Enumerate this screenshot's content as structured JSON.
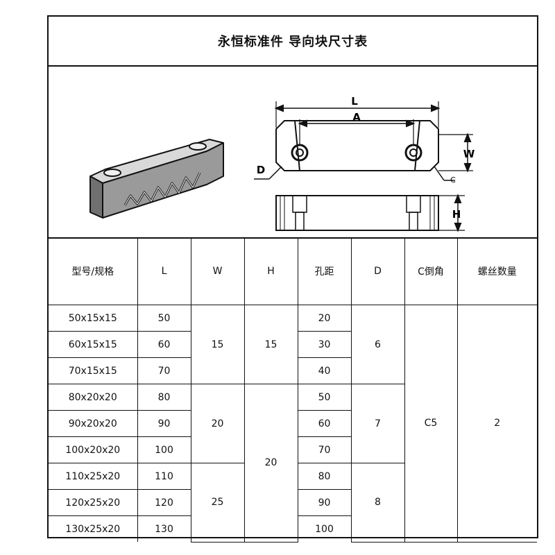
{
  "title": "永恒标准件 导向块尺寸表",
  "drawing": {
    "labels": {
      "L": "L",
      "A": "A",
      "W": "W",
      "D": "D",
      "C": "C",
      "H": "H"
    }
  },
  "table": {
    "headers": [
      "型号/规格",
      "L",
      "W",
      "H",
      "孔距",
      "D",
      "C倒角",
      "螺丝数量"
    ],
    "models": [
      "50x15x15",
      "60x15x15",
      "70x15x15",
      "80x20x20",
      "90x20x20",
      "100x20x20",
      "110x25x20",
      "120x25x20",
      "130x25x20"
    ],
    "L": [
      "50",
      "60",
      "70",
      "80",
      "90",
      "100",
      "110",
      "120",
      "130"
    ],
    "W_groups": [
      "15",
      "20",
      "25"
    ],
    "H_groups": [
      "15",
      "20"
    ],
    "hole_pitch": [
      "20",
      "30",
      "40",
      "50",
      "60",
      "70",
      "80",
      "90",
      "100"
    ],
    "D_groups": [
      "6",
      "7",
      "8"
    ],
    "chamfer": "C5",
    "screw_count": "2"
  }
}
